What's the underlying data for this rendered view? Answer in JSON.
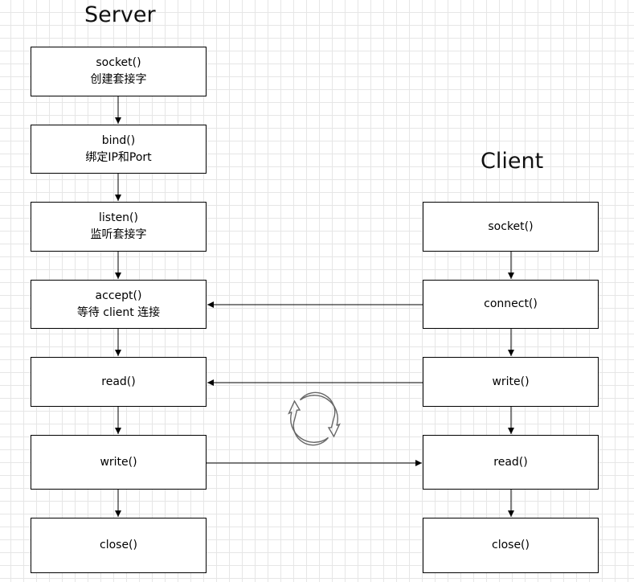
{
  "columns": {
    "server_title": "Server",
    "client_title": "Client"
  },
  "server": {
    "socket": {
      "func": "socket()",
      "desc": "创建套接字"
    },
    "bind": {
      "func": "bind()",
      "desc": "绑定IP和Port"
    },
    "listen": {
      "func": "listen()",
      "desc": "监听套接字"
    },
    "accept": {
      "func": "accept()",
      "desc": "等待 client 连接"
    },
    "read": {
      "func": "read()"
    },
    "write": {
      "func": "write()"
    },
    "close": {
      "func": "close()"
    }
  },
  "client": {
    "socket": {
      "func": "socket()"
    },
    "connect": {
      "func": "connect()"
    },
    "write": {
      "func": "write()"
    },
    "read": {
      "func": "read()"
    },
    "close": {
      "func": "close()"
    }
  },
  "icons": {
    "loop": "loop-icon"
  },
  "colors": {
    "stroke": "#000000",
    "loop_icon": "#666666"
  }
}
